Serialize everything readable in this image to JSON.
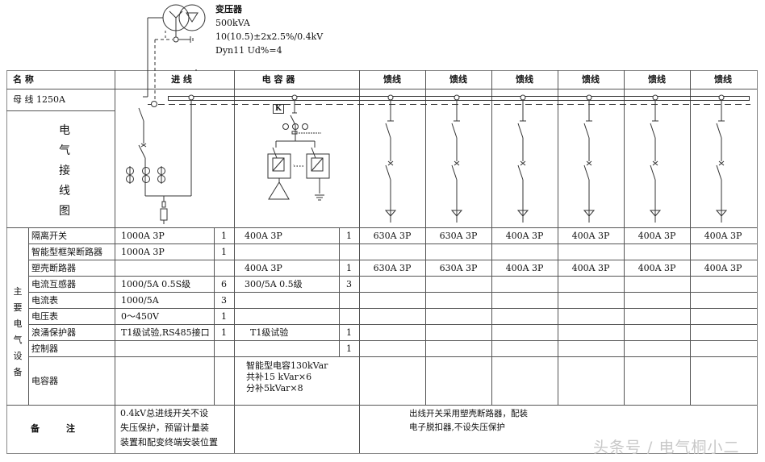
{
  "transformer": {
    "title": "变压器",
    "capacity": "500kVA",
    "ratio": "10(10.5)±2x2.5%/0.4kV",
    "connection": "Dyn11 Ud%=4"
  },
  "header": {
    "name_label": "名  称",
    "columns": [
      "进  线",
      "电 容 器",
      "馈线",
      "馈线",
      "馈线",
      "馈线",
      "馈线",
      "馈线"
    ]
  },
  "busbar": {
    "label": "母  线  1250A"
  },
  "diagram_label": [
    "电",
    "气",
    "接",
    "线",
    "图"
  ],
  "capacitor_diagram": {
    "k_label": "K"
  },
  "equipment_group_label": [
    "主",
    "要",
    "电",
    "气",
    "设",
    "备"
  ],
  "equipment_rows": [
    {
      "name": "隔离开关",
      "incoming": "1000A 3P",
      "in_qty": "1",
      "capacitor": "400A 3P",
      "cap_qty": "1",
      "feeders": [
        "630A 3P",
        "630A 3P",
        "400A 3P",
        "400A 3P",
        "400A 3P",
        "400A 3P"
      ]
    },
    {
      "name": "智能型框架断路器",
      "incoming": "1000A 3P",
      "in_qty": "1",
      "capacitor": "",
      "cap_qty": "",
      "feeders": [
        "",
        "",
        "",
        "",
        "",
        ""
      ]
    },
    {
      "name": "塑壳断路器",
      "incoming": "",
      "in_qty": "",
      "capacitor": "400A 3P",
      "cap_qty": "1",
      "feeders": [
        "630A 3P",
        "630A 3P",
        "400A 3P",
        "400A 3P",
        "400A 3P",
        "400A 3P"
      ]
    },
    {
      "name": "电流互感器",
      "incoming": "1000/5A 0.5S级",
      "in_qty": "6",
      "capacitor": "300/5A 0.5级",
      "cap_qty": "3",
      "feeders": [
        "",
        "",
        "",
        "",
        "",
        ""
      ]
    },
    {
      "name": "电流表",
      "incoming": "1000/5A",
      "in_qty": "3",
      "capacitor": "",
      "cap_qty": "",
      "feeders": [
        "",
        "",
        "",
        "",
        "",
        ""
      ]
    },
    {
      "name": "电压表",
      "incoming": "0～450V",
      "in_qty": "1",
      "capacitor": "",
      "cap_qty": "",
      "feeders": [
        "",
        "",
        "",
        "",
        "",
        ""
      ]
    },
    {
      "name": "浪涌保护器",
      "incoming": "T1级试验,RS485接口",
      "in_qty": "1",
      "capacitor": "T1级试验",
      "cap_qty": "1",
      "feeders": [
        "",
        "",
        "",
        "",
        "",
        ""
      ]
    },
    {
      "name": "控制器",
      "incoming": "",
      "in_qty": "",
      "capacitor": "",
      "cap_qty": "1",
      "feeders": [
        "",
        "",
        "",
        "",
        "",
        ""
      ]
    }
  ],
  "capacitor_row": {
    "name": "电容器",
    "lines": [
      "智能型电容130kVar",
      "共补15 kVar×6",
      "分补5kVar×8"
    ]
  },
  "remarks": {
    "label_left": "备",
    "label_right": "注",
    "incoming_lines": [
      "0.4kV总进线开关不设",
      "失压保护，预留计量装",
      "装置和配变终端安装位置"
    ],
    "feeder_lines": [
      "出线开关采用塑壳断路器，配装",
      "电子脱扣器,不设失压保护"
    ]
  },
  "watermark": "头条号 / 电气桐小二"
}
